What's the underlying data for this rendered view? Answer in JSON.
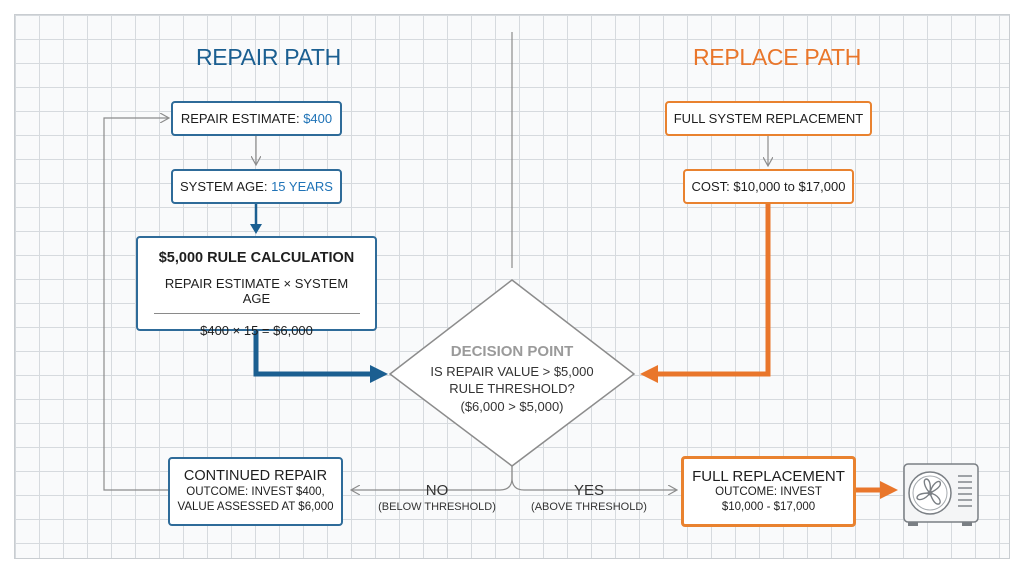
{
  "titles": {
    "repair": "REPAIR PATH",
    "replace": "REPLACE PATH"
  },
  "repair": {
    "estimate_label": "REPAIR ESTIMATE:",
    "estimate_value": "$400",
    "age_label": "SYSTEM AGE:",
    "age_value": "15 YEARS",
    "calc_title": "$5,000 RULE CALCULATION",
    "calc_formula": "REPAIR ESTIMATE × SYSTEM AGE",
    "calc_result": "$400 × 15 = $6,000"
  },
  "replace": {
    "full_system": "FULL SYSTEM REPLACEMENT",
    "cost": "COST: $10,000 to $17,000"
  },
  "decision": {
    "title": "DECISION POINT",
    "line1": "IS REPAIR VALUE > $5,000",
    "line2": "RULE THRESHOLD?",
    "line3": "($6,000 > $5,000)"
  },
  "branches": {
    "no": "NO",
    "no_sub": "(BELOW THRESHOLD)",
    "yes": "YES",
    "yes_sub": "(ABOVE THRESHOLD)"
  },
  "outcomes": {
    "repair_title": "CONTINUED REPAIR",
    "repair_line1": "OUTCOME: INVEST $400,",
    "repair_line2": "VALUE ASSESSED AT $6,000",
    "replace_title": "FULL REPLACEMENT",
    "replace_line1": "OUTCOME: INVEST",
    "replace_line2": "$10,000 - $17,000"
  },
  "icons": {
    "ac_unit": "ac-unit-icon"
  },
  "colors": {
    "repair": "#1b5f91",
    "replace": "#e9762b",
    "grid": "#d6dade"
  }
}
